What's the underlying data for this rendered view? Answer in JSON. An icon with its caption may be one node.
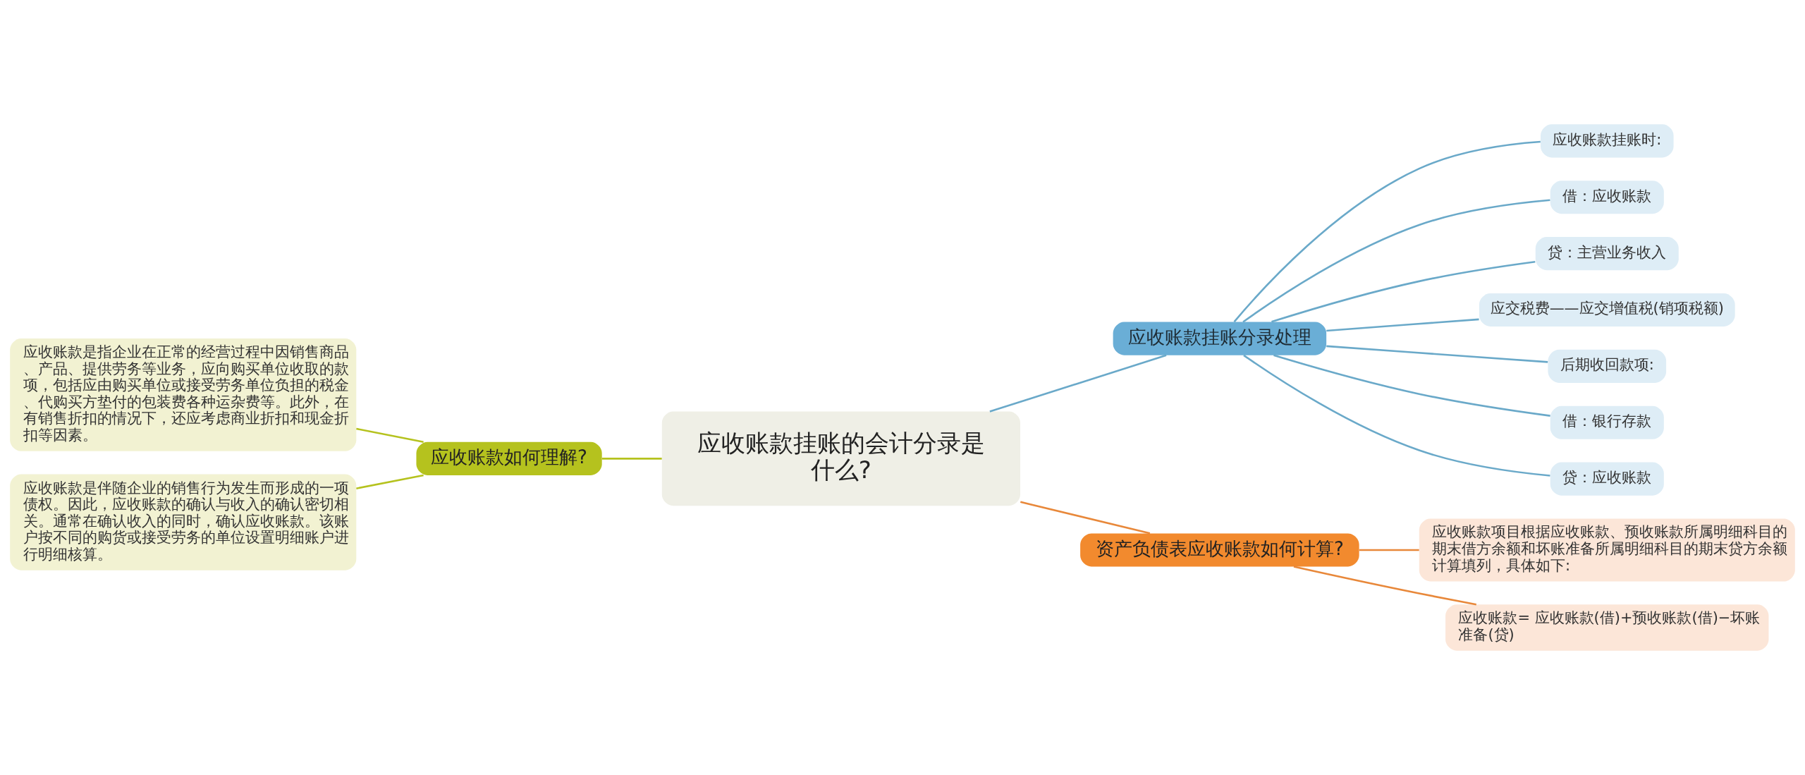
{
  "diagram": {
    "nodes": [
      {
        "text": [
          "应收账款挂账的会计分录是什么?"
        ]
      },
      {
        "text": [
          "应收账款挂账分录处理"
        ]
      },
      {
        "text": [
          "应收账款挂账时:"
        ]
      },
      {
        "text": [
          "借：应收账款"
        ]
      },
      {
        "text": [
          "贷：主营业务收入"
        ]
      },
      {
        "text": [
          "应交税费——应交增值税(销项税额)"
        ]
      },
      {
        "text": [
          "后期收回款项:"
        ]
      },
      {
        "text": [
          "借：银行存款"
        ]
      },
      {
        "text": [
          "贷：应收账款"
        ]
      },
      {
        "text": [
          "资产负债表应收账款如何计算?"
        ]
      },
      {
        "text": [
          "应收账款项目根据应收账款、预收账款所属明细科目的期末借方余额和坏账准备所属明细科目的期末贷方余额计算填列，具体如下:"
        ]
      },
      {
        "text": [
          "应收账款= 应收账款(借)+预收账款(借)−坏账准备(贷)"
        ]
      },
      {
        "text": [
          "应收账款如何理解?"
        ]
      },
      {
        "text": [
          "应收账款是指企业在正常的经营过程中因销售商品、产品、提供劳务等业务，应向购买单位收取的款项，包括应由购买单位或接受劳务单位负担的税金、代购买方垫付的包装费各种运杂费等。此外，在有销售折扣的情况下，还应考虑商业折扣和现金折扣等因素。"
        ]
      },
      {
        "text": [
          "应收账款是伴随企业的销售行为发生而形成的一项债权。因此，应收账款的确认与收入的确认密切相关。通常在确认收入的同时，确认应收账款。该账户按不同的购货或接受劳务的单位设置明细账户进行明细核算。"
        ]
      }
    ],
    "edges": [
      {
        "from": 0,
        "to": 1,
        "arrow": "none"
      },
      {
        "from": 1,
        "to": 2,
        "arrow": "none"
      },
      {
        "from": 1,
        "to": 3,
        "arrow": "none"
      },
      {
        "from": 1,
        "to": 4,
        "arrow": "none"
      },
      {
        "from": 1,
        "to": 5,
        "arrow": "none"
      },
      {
        "from": 1,
        "to": 6,
        "arrow": "none"
      },
      {
        "from": 1,
        "to": 7,
        "arrow": "none"
      },
      {
        "from": 1,
        "to": 8,
        "arrow": "none"
      },
      {
        "from": 0,
        "to": 9,
        "arrow": "none",
        "color": "#e8883a"
      },
      {
        "from": 9,
        "to": 10,
        "arrow": "none",
        "color": "#e8883a"
      },
      {
        "from": 9,
        "to": 11,
        "arrow": "none",
        "color": "#e8883a"
      },
      {
        "from": 0,
        "to": 12,
        "arrow": "none",
        "color": "#b5c21e"
      },
      {
        "from": 12,
        "to": 13,
        "arrow": "none",
        "color": "#b5c21e"
      },
      {
        "from": 12,
        "to": 14,
        "arrow": "none",
        "color": "#b5c21e"
      }
    ]
  }
}
